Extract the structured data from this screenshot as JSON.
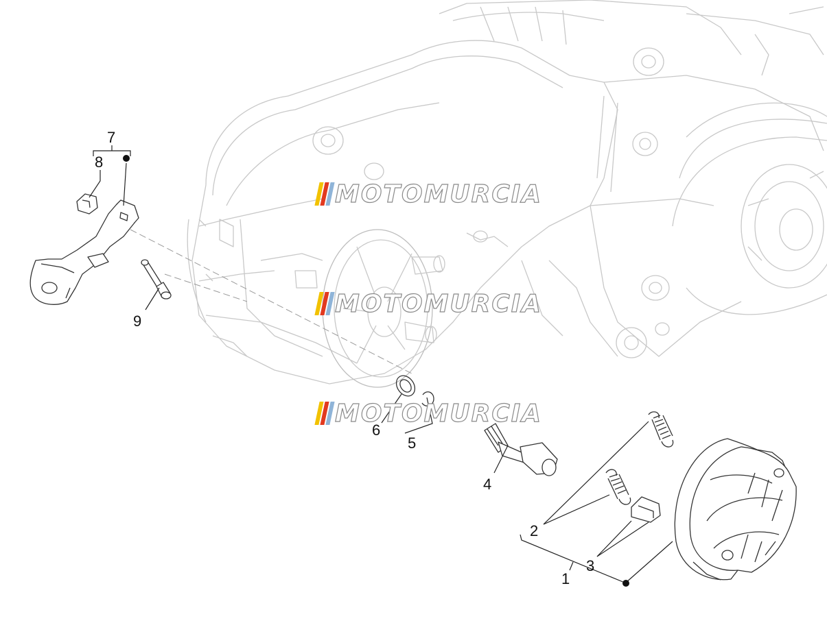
{
  "diagram": {
    "callouts": {
      "c1": "1",
      "c2": "2",
      "c3": "3",
      "c4": "4",
      "c5": "5",
      "c6": "6",
      "c7": "7",
      "c8": "8",
      "c9": "9"
    },
    "watermark": {
      "text": "MOTOMURCIA",
      "stripe_colors": [
        "#f2c200",
        "#e23a1f",
        "#8fb4d8"
      ],
      "text_stroke": "#8a8a8a"
    },
    "colors": {
      "engine_lines": "#c8c8c8",
      "part_lines": "#333333",
      "leader_lines": "#222222",
      "dash_lines": "#9a9a9a"
    }
  }
}
